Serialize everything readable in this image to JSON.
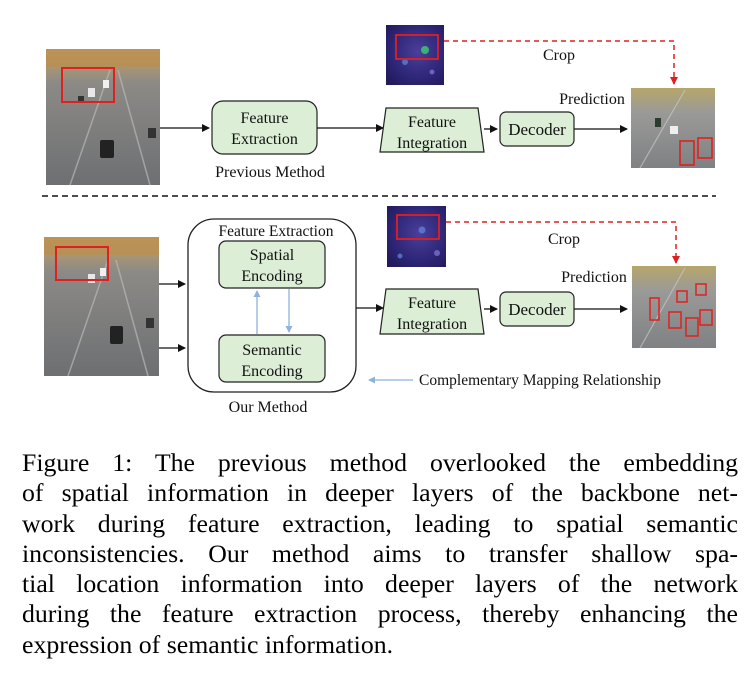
{
  "top": {
    "feature_extraction": [
      "Feature",
      "Extraction"
    ],
    "feature_integration": [
      "Feature",
      "Integration"
    ],
    "decoder": "Decoder",
    "crop": "Crop",
    "prediction": "Prediction",
    "method_label": "Previous Method"
  },
  "bottom": {
    "group_title": "Feature Extraction",
    "spatial_encoding": [
      "Spatial",
      "Encoding"
    ],
    "semantic_encoding": [
      "Semantic",
      "Encoding"
    ],
    "feature_integration": [
      "Feature",
      "Integration"
    ],
    "decoder": "Decoder",
    "crop": "Crop",
    "prediction": "Prediction",
    "method_label": "Our Method",
    "legend": "Complementary Mapping Relationship"
  },
  "colors": {
    "box_fill": "#dcefd6",
    "box_stroke": "#222222",
    "crop_red": "#e02020",
    "mapping_blue": "#8fb2dc",
    "heatmap_base": "#2a1f6e"
  },
  "caption": {
    "lines": [
      "Figure 1: The previous method overlooked the embedding",
      "of spatial information in deeper layers of the backbone net-",
      "work during feature extraction, leading to spatial semantic",
      "inconsistencies. Our method aims to transfer shallow spa-",
      "tial location information into deeper layers of the network",
      "during the feature extraction process, thereby enhancing the",
      "expression of semantic information."
    ]
  }
}
